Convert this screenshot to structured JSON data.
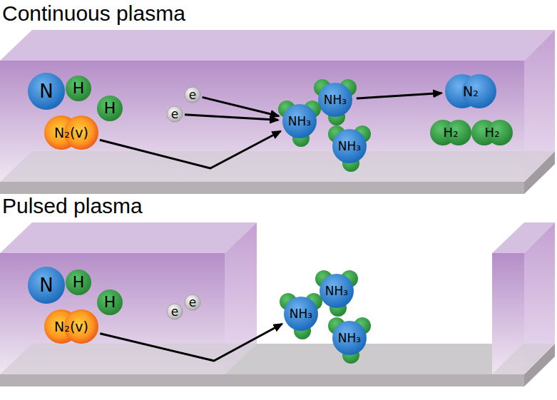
{
  "diagram": {
    "nodes": [
      {
        "text": [
          "N"
        ]
      },
      {
        "text": [
          "H"
        ]
      },
      {
        "text": [
          "H"
        ]
      },
      {
        "text": [
          "N₂(v)"
        ]
      },
      {
        "text": [
          "e"
        ]
      },
      {
        "text": [
          "e"
        ]
      },
      {
        "text": [
          "NH₃"
        ]
      },
      {
        "text": [
          "NH₃"
        ]
      },
      {
        "text": [
          "NH₃"
        ]
      },
      {
        "text": [
          "N₂"
        ]
      },
      {
        "text": [
          "H₂"
        ]
      },
      {
        "text": [
          "H₂"
        ]
      },
      {
        "text": [
          "N"
        ]
      },
      {
        "text": [
          "H"
        ]
      },
      {
        "text": [
          "H"
        ]
      },
      {
        "text": [
          "N₂(v)"
        ]
      },
      {
        "text": [
          "e"
        ]
      },
      {
        "text": [
          "e"
        ]
      },
      {
        "text": [
          "NH₃"
        ]
      },
      {
        "text": [
          "NH₃"
        ]
      },
      {
        "text": [
          "NH₃"
        ]
      }
    ],
    "edges": [
      {
        "from": 3,
        "to": 7,
        "arrow": "to"
      },
      {
        "from": 4,
        "to": 7,
        "arrow": "to"
      },
      {
        "from": 5,
        "to": 7,
        "arrow": "to"
      },
      {
        "from": 6,
        "to": 9,
        "arrow": "to"
      },
      {
        "from": 15,
        "to": 19,
        "arrow": "to"
      }
    ],
    "labels": [
      "Continuous plasma",
      "Pulsed plasma"
    ]
  }
}
